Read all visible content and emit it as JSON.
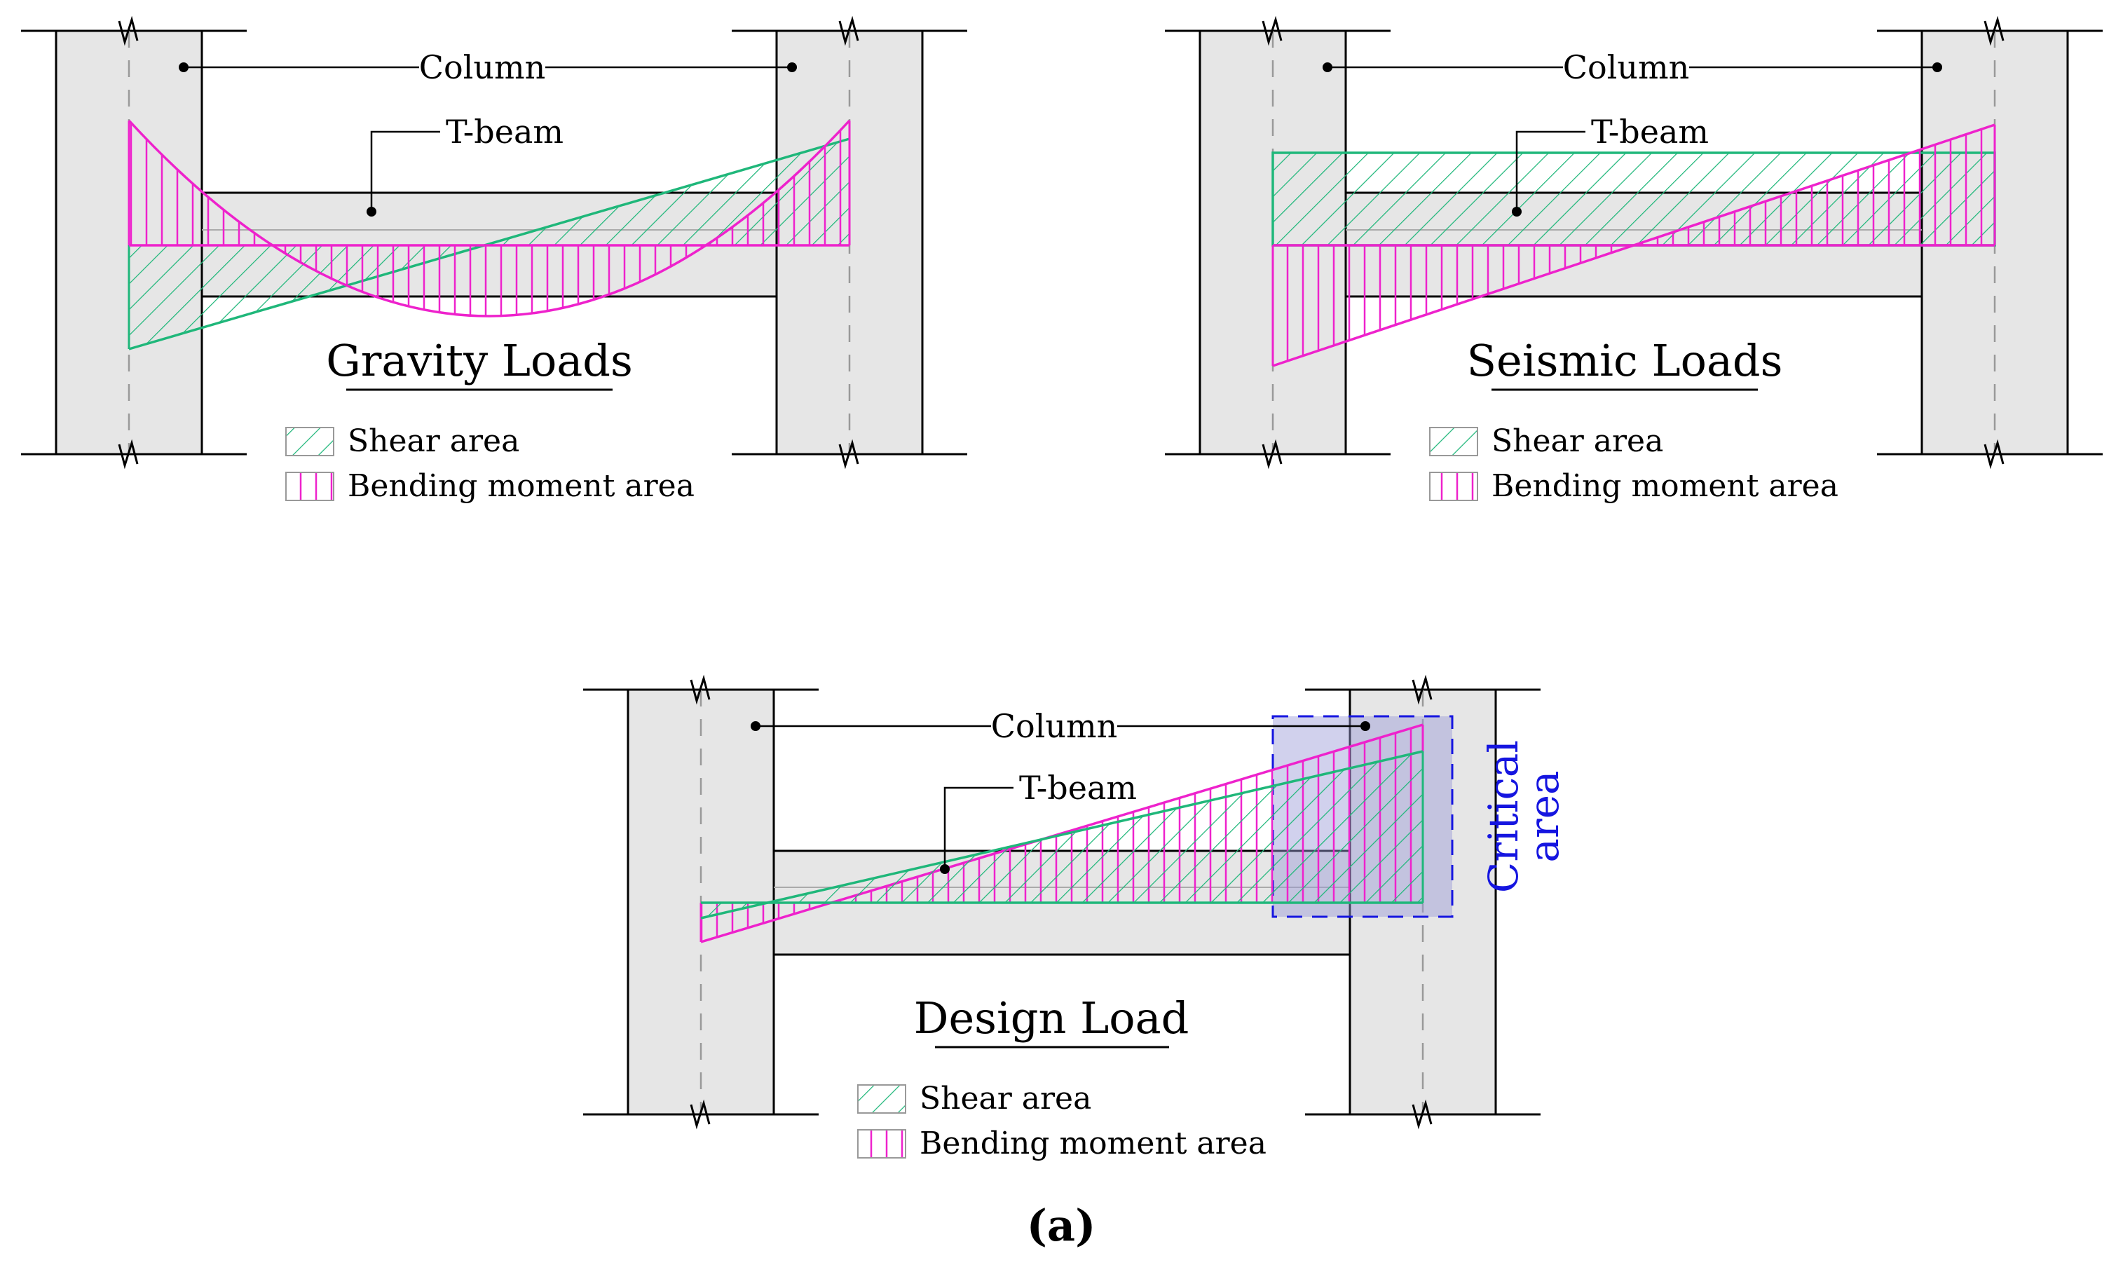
{
  "panels": {
    "gravity": {
      "title": "Gravity Loads",
      "column_label": "Column",
      "beam_label": "T-beam",
      "legend": {
        "shear": "Shear area",
        "moment": "Bending moment area"
      }
    },
    "seismic": {
      "title": "Seismic Loads",
      "column_label": "Column",
      "beam_label": "T-beam",
      "legend": {
        "shear": "Shear area",
        "moment": "Bending moment area"
      }
    },
    "design": {
      "title": "Design Load",
      "column_label": "Column",
      "beam_label": "T-beam",
      "critical_line1": "Critical",
      "critical_line2": "area",
      "legend": {
        "shear": "Shear area",
        "moment": "Bending moment area"
      }
    }
  },
  "caption": "(a)",
  "colors": {
    "shear": "#1fb77a",
    "moment": "#ee22cc",
    "column_fill": "#e6e6e6",
    "critical": "#1515e0"
  }
}
